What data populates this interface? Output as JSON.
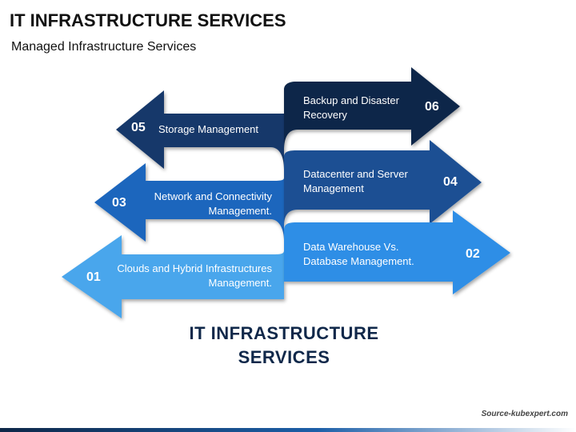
{
  "header": {
    "title": "IT INFRASTRUCTURE SERVICES",
    "subtitle": "Managed Infrastructure Services"
  },
  "items": [
    {
      "number": "01",
      "label": "Clouds and Hybrid Infrastructures Management.",
      "color": "#4aa6ec"
    },
    {
      "number": "02",
      "label": "Data Warehouse Vs. Database Management.",
      "color": "#2d8ee6"
    },
    {
      "number": "03",
      "label": "Network and Connectivity Management.",
      "color": "#1d66bd"
    },
    {
      "number": "04",
      "label": "Datacenter and Server Management",
      "color": "#1a4f93"
    },
    {
      "number": "05",
      "label": "Storage Management",
      "color": "#16396b"
    },
    {
      "number": "06",
      "label": "Backup and Disaster Recovery",
      "color": "#0e2748"
    }
  ],
  "center_title": "IT INFRASTRUCTURE SERVICES",
  "source": "Source-kubexpert.com",
  "footer_color": "#1c5fa8"
}
